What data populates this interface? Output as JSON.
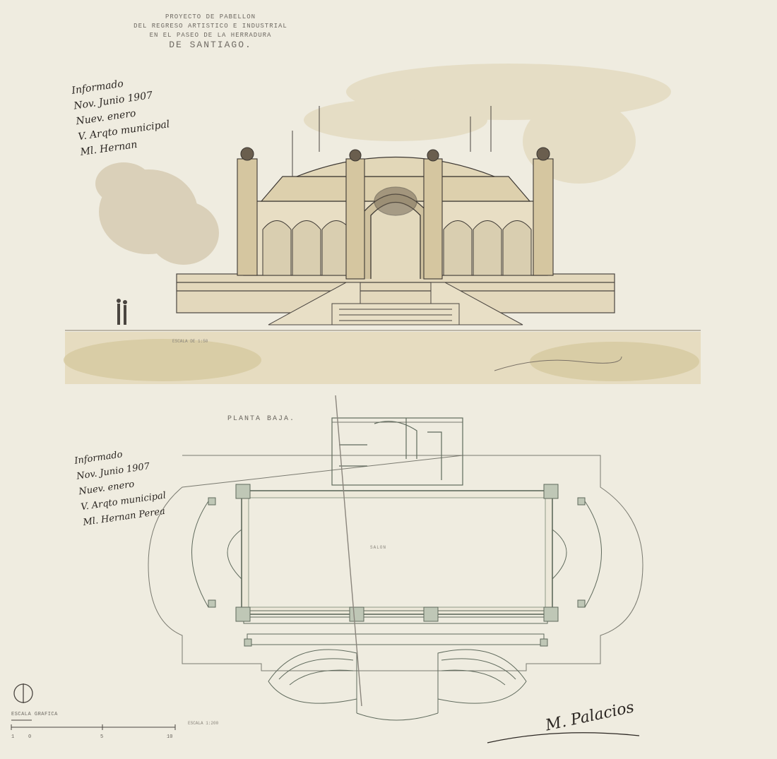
{
  "title_block": {
    "line1": "PROYECTO DE PABELLON",
    "line2": "DEL REGRESO ARTISTICO E INDUSTRIAL",
    "line3": "EN EL PASEO DE LA HERRADURA",
    "line4": "DE SANTIAGO."
  },
  "elevation": {
    "scale_label": "ESCALA DE 1:50"
  },
  "plan": {
    "title": "PLANTA BAJA.",
    "room_label": "SALON"
  },
  "handwritten_note_top": {
    "lines": [
      "Informado",
      "Nov. Junio 1907",
      "Nuev. enero",
      "V. Arqto municipal",
      "Ml. Hernan"
    ]
  },
  "handwritten_note_plan": {
    "lines": [
      "Informado",
      "Nov. Junio 1907",
      "Nuev. enero",
      "V. Arqto municipal",
      "Ml. Hernan Perea"
    ]
  },
  "scale_bar": {
    "title": "ESCALA GRAFICA",
    "ticks": [
      "1",
      "0",
      "5",
      "10"
    ],
    "note": "ESCALA 1:200"
  },
  "signature": {
    "text": "M. Palacios"
  },
  "colors": {
    "paper": "#efece0",
    "ink": "#4a4540",
    "wash": "#d8cba6",
    "plan_line": "#6f7a6a"
  }
}
